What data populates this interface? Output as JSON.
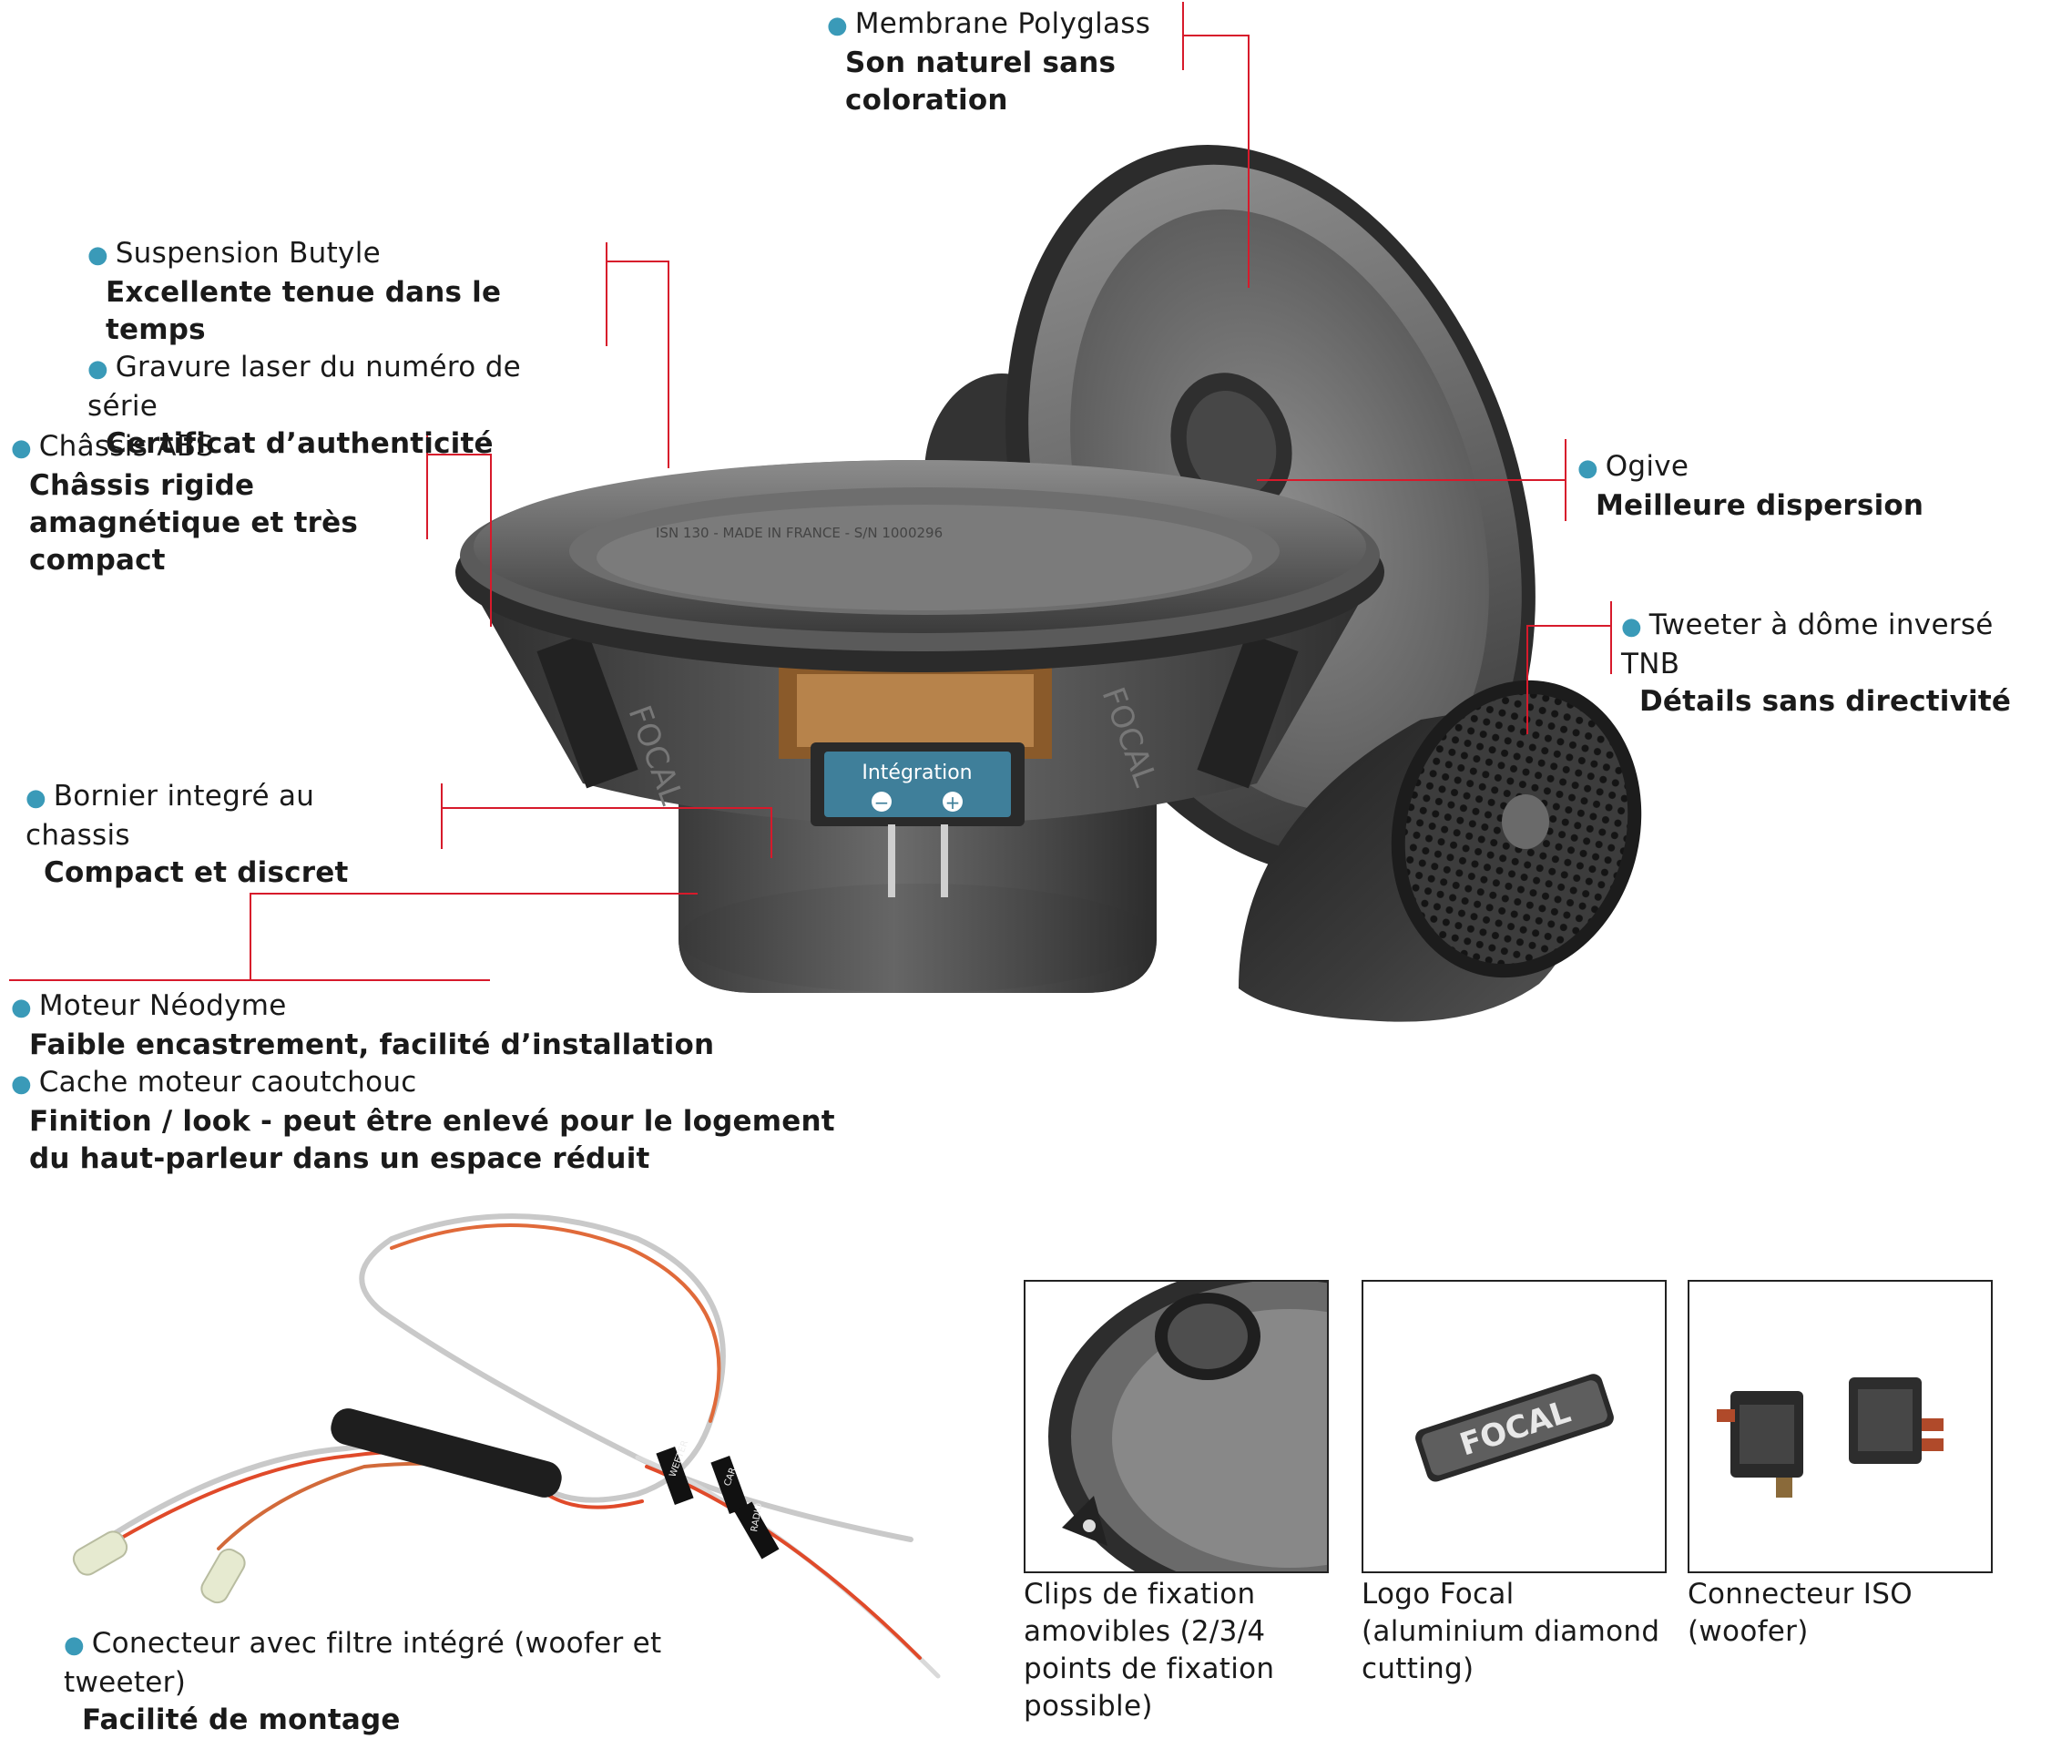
{
  "callouts": {
    "membrane": {
      "title": "Membrane Polyglass",
      "desc": "Son naturel sans coloration"
    },
    "suspension": {
      "title": "Suspension Butyle",
      "desc": "Excellente tenue dans le temps"
    },
    "gravure": {
      "title": "Gravure laser du numéro de série",
      "desc": "Certificat d’authenticité"
    },
    "chassis": {
      "title": "Châssis ABS",
      "desc": "Châssis rigide amagnétique et très compact"
    },
    "ogive": {
      "title": "Ogive",
      "desc": "Meilleure dispersion"
    },
    "tweeter": {
      "title": "Tweeter à dôme inversé TNB",
      "desc": "Détails sans directivité"
    },
    "bornier": {
      "title": "Bornier integré au chassis",
      "desc": "Compact et discret"
    },
    "moteur": {
      "title": "Moteur Néodyme",
      "desc": "Faible encastrement, facilité d’installation"
    },
    "cache": {
      "title": "Cache moteur caoutchouc",
      "desc": "Finition / look - peut être enlevé pour le logement du haut-parleur dans un espace réduit"
    },
    "connecteur": {
      "title": "Conecteur avec filtre intégré (woofer et tweeter)",
      "desc": "Facilité de montage"
    }
  },
  "product_labels": {
    "terminal": "Intégration",
    "minus": "−",
    "plus": "+",
    "brand_left": "FOCAL",
    "brand_right": "FOCAL",
    "rim_text": "ISN 130 - MADE IN FRANCE - S/N 1000296",
    "logo": "FOCAL",
    "wire_tags": [
      "WEETER",
      "CAR",
      "RADIO"
    ]
  },
  "thumbnails": {
    "clips": "Clips de fixation amovibles (2/3/4 points de fixation possible)",
    "logo": "Logo Focal (aluminium diamond cutting)",
    "iso": "Connecteur ISO (woofer)"
  },
  "colors": {
    "accent_line": "#d71a2b",
    "bullet": "#3a9ab8",
    "terminal": "#3f7f9a"
  }
}
